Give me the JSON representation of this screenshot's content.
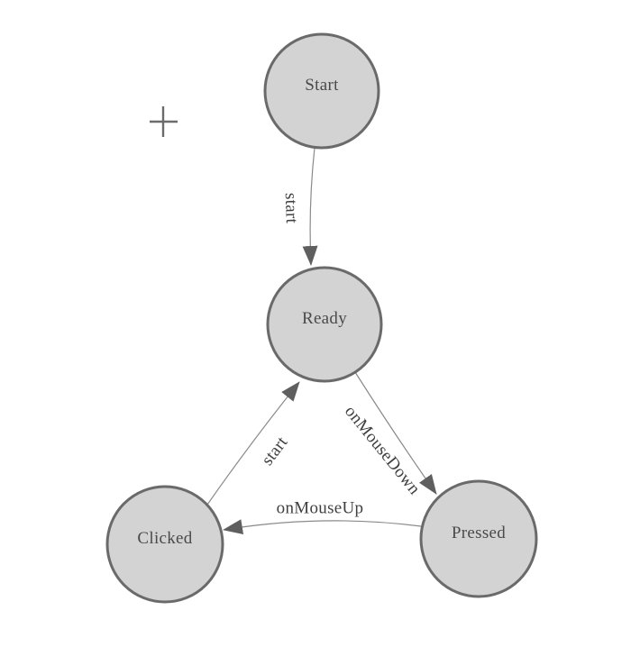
{
  "diagram": {
    "kind": "state-machine",
    "background": "#ffffff"
  },
  "colors": {
    "node_fill": "#d3d3d3",
    "node_border": "#6a6a6a",
    "edge_line": "#8a8a8a",
    "arrow_fill": "#5f5f5f",
    "node_label": "#4a4a4a",
    "edge_label": "#3f3f3f",
    "crosshair": "#6b6b6b"
  },
  "nodes": [
    {
      "id": "start",
      "label": "Start"
    },
    {
      "id": "ready",
      "label": "Ready"
    },
    {
      "id": "clicked",
      "label": "Clicked"
    },
    {
      "id": "pressed",
      "label": "Pressed"
    }
  ],
  "edges": [
    {
      "from": "start",
      "to": "ready",
      "label": "start"
    },
    {
      "from": "ready",
      "to": "pressed",
      "label": "onMouseDown"
    },
    {
      "from": "pressed",
      "to": "clicked",
      "label": "onMouseUp"
    },
    {
      "from": "clicked",
      "to": "ready",
      "label": "start"
    }
  ],
  "icons": {
    "crosshair": "plus-crosshair"
  }
}
